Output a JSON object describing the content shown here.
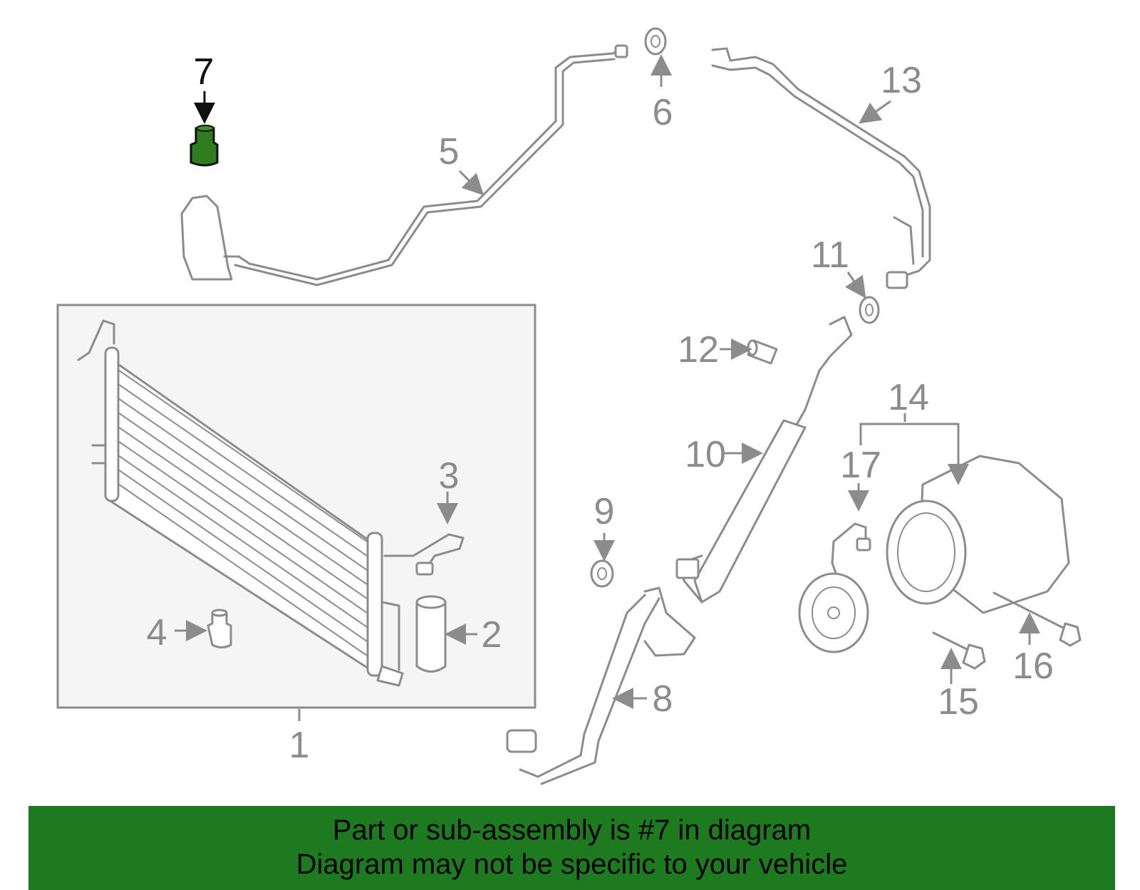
{
  "callouts": {
    "c1": "1",
    "c2": "2",
    "c3": "3",
    "c4": "4",
    "c5": "5",
    "c6": "6",
    "c7": "7",
    "c8": "8",
    "c9": "9",
    "c10": "10",
    "c11": "11",
    "c12": "12",
    "c13": "13",
    "c14": "14",
    "c15": "15",
    "c16": "16",
    "c17": "17"
  },
  "highlight": {
    "part": "7",
    "color": "#1e7a1e"
  },
  "banner": {
    "line1": "Part or sub-assembly is #7 in diagram",
    "line2": "Diagram may not be specific to your vehicle",
    "background": "#1e7a1e"
  },
  "colors": {
    "line": "#8c8c8c",
    "panel": "#f4f4f4",
    "highlight_text": "#111111"
  }
}
